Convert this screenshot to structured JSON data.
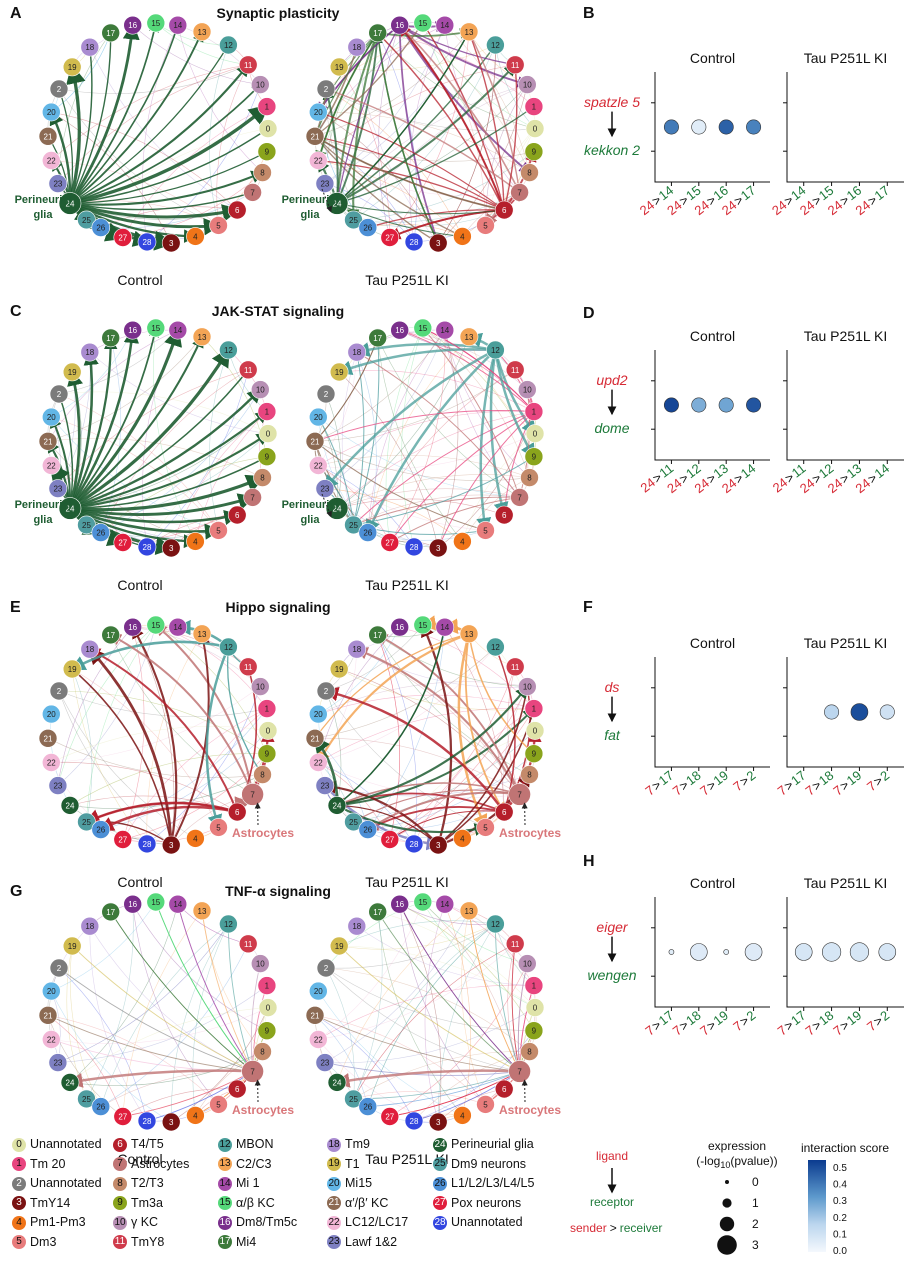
{
  "colors": {
    "n0": "#dfe3a8",
    "n1": "#e8457f",
    "n2": "#7b7b7b",
    "n3": "#7a1212",
    "n4": "#f07418",
    "n5": "#e87c7c",
    "n6": "#b51f2b",
    "n7": "#c07474",
    "n8": "#c48a6a",
    "n9": "#8aa41c",
    "n10": "#b78fb4",
    "n11": "#cf3b4b",
    "n12": "#4a9e9a",
    "n13": "#f3a455",
    "n14": "#a54aa8",
    "n15": "#55d97a",
    "n16": "#7a2f8c",
    "n17": "#3d7a3b",
    "n18": "#a98bd0",
    "n19": "#d1bb4e",
    "n20": "#62b6e6",
    "n21": "#8c6a53",
    "n22": "#f2b6d6",
    "n23": "#7e80c2",
    "n24": "#1f5d32",
    "n25": "#4f9da0",
    "n26": "#4c8fd6",
    "n27": "#e01e3c",
    "n28": "#3246e0",
    "ligand": "#d62a35",
    "receptor": "#1d7a3a",
    "astro": "#d9777a"
  },
  "panels": {
    "A": {
      "letter": "A",
      "title": "Synaptic plasticity",
      "left": "Control",
      "right": "Tau P251L KI",
      "callout": "Perineurial\nglia"
    },
    "B": {
      "letter": "B",
      "cond_left": "Control",
      "cond_right": "Tau P251L KI",
      "ligand": "spatzle 5",
      "receptor": "kekkon 2",
      "senders": [
        "24",
        "24",
        "24",
        "24"
      ],
      "receivers": [
        "14",
        "15",
        "16",
        "17"
      ]
    },
    "C": {
      "letter": "C",
      "title": "JAK-STAT signaling",
      "left": "Control",
      "right": "Tau P251L KI",
      "callout": "Perineurial\nglia"
    },
    "D": {
      "letter": "D",
      "cond_left": "Control",
      "cond_right": "Tau P251L KI",
      "ligand": "upd2",
      "receptor": "dome",
      "senders": [
        "24",
        "24",
        "24",
        "24"
      ],
      "receivers": [
        "11",
        "12",
        "13",
        "14"
      ]
    },
    "E": {
      "letter": "E",
      "title": "Hippo signaling",
      "left": "Control",
      "right": "Tau P251L KI",
      "callout": "Astrocytes"
    },
    "F": {
      "letter": "F",
      "cond_left": "Control",
      "cond_right": "Tau P251L KI",
      "ligand": "ds",
      "receptor": "fat",
      "senders": [
        "7",
        "7",
        "7",
        "7"
      ],
      "receivers": [
        "17",
        "18",
        "19",
        "2"
      ]
    },
    "G": {
      "letter": "G",
      "title": "TNF-α signaling",
      "left": "Control",
      "right": "Tau P251L KI",
      "callout": "Astrocytes"
    },
    "H": {
      "letter": "H",
      "cond_left": "Control",
      "cond_right": "Tau P251L KI",
      "ligand": "eiger",
      "receptor": "wengen",
      "senders": [
        "7",
        "7",
        "7",
        "7"
      ],
      "receivers": [
        "17",
        "18",
        "19",
        "2"
      ]
    }
  },
  "chart_data": [
    {
      "type": "scatter",
      "panel": "B",
      "pair": "spatzle 5 → kekkon 2",
      "groups": [
        "Control",
        "Tau P251L KI"
      ],
      "categories": [
        "24 > 14",
        "24 > 15",
        "24 > 16",
        "24 > 17"
      ],
      "points": [
        {
          "group": "Control",
          "x": "24 > 14",
          "score": 0.38,
          "expr": 2
        },
        {
          "group": "Control",
          "x": "24 > 15",
          "score": 0.05,
          "expr": 2
        },
        {
          "group": "Control",
          "x": "24 > 16",
          "score": 0.45,
          "expr": 2
        },
        {
          "group": "Control",
          "x": "24 > 17",
          "score": 0.36,
          "expr": 2
        }
      ]
    },
    {
      "type": "scatter",
      "panel": "D",
      "pair": "upd2 → dome",
      "groups": [
        "Control",
        "Tau P251L KI"
      ],
      "categories": [
        "24 > 11",
        "24 > 12",
        "24 > 13",
        "24 > 14"
      ],
      "points": [
        {
          "group": "Control",
          "x": "24 > 11",
          "score": 0.52,
          "expr": 2
        },
        {
          "group": "Control",
          "x": "24 > 12",
          "score": 0.25,
          "expr": 2
        },
        {
          "group": "Control",
          "x": "24 > 13",
          "score": 0.27,
          "expr": 2
        },
        {
          "group": "Control",
          "x": "24 > 14",
          "score": 0.48,
          "expr": 2
        }
      ]
    },
    {
      "type": "scatter",
      "panel": "F",
      "pair": "ds → fat",
      "groups": [
        "Control",
        "Tau P251L KI"
      ],
      "categories": [
        "7 > 17",
        "7 > 18",
        "7 > 19",
        "7 > 2"
      ],
      "points": [
        {
          "group": "Tau P251L KI",
          "x": "7 > 18",
          "score": 0.15,
          "expr": 2
        },
        {
          "group": "Tau P251L KI",
          "x": "7 > 19",
          "score": 0.5,
          "expr": 2.5
        },
        {
          "group": "Tau P251L KI",
          "x": "7 > 2",
          "score": 0.1,
          "expr": 2
        }
      ]
    },
    {
      "type": "scatter",
      "panel": "H",
      "pair": "eiger → wengen",
      "groups": [
        "Control",
        "Tau P251L KI"
      ],
      "categories": [
        "7 > 17",
        "7 > 18",
        "7 > 19",
        "7 > 2"
      ],
      "points": [
        {
          "group": "Control",
          "x": "7 > 17",
          "score": 0.05,
          "expr": 0.2
        },
        {
          "group": "Control",
          "x": "7 > 18",
          "score": 0.06,
          "expr": 2.5
        },
        {
          "group": "Control",
          "x": "7 > 19",
          "score": 0.05,
          "expr": 0.2
        },
        {
          "group": "Control",
          "x": "7 > 2",
          "score": 0.06,
          "expr": 2.5
        },
        {
          "group": "Tau P251L KI",
          "x": "7 > 17",
          "score": 0.08,
          "expr": 2.5
        },
        {
          "group": "Tau P251L KI",
          "x": "7 > 18",
          "score": 0.08,
          "expr": 2.8
        },
        {
          "group": "Tau P251L KI",
          "x": "7 > 19",
          "score": 0.08,
          "expr": 2.8
        },
        {
          "group": "Tau P251L KI",
          "x": "7 > 2",
          "score": 0.08,
          "expr": 2.5
        }
      ]
    }
  ],
  "legend": {
    "cells": [
      {
        "id": "0",
        "name": "Unannotated"
      },
      {
        "id": "1",
        "name": "Tm 20"
      },
      {
        "id": "2",
        "name": "Unannotated"
      },
      {
        "id": "3",
        "name": "TmY14"
      },
      {
        "id": "4",
        "name": "Pm1-Pm3"
      },
      {
        "id": "5",
        "name": "Dm3"
      },
      {
        "id": "6",
        "name": "T4/T5"
      },
      {
        "id": "7",
        "name": "Astrocytes"
      },
      {
        "id": "8",
        "name": "T2/T3"
      },
      {
        "id": "9",
        "name": "Tm3a"
      },
      {
        "id": "10",
        "name": "γ KC"
      },
      {
        "id": "11",
        "name": "TmY8"
      },
      {
        "id": "12",
        "name": "MBON"
      },
      {
        "id": "13",
        "name": "C2/C3"
      },
      {
        "id": "14",
        "name": "Mi 1"
      },
      {
        "id": "15",
        "name": "α/β KC"
      },
      {
        "id": "16",
        "name": "Dm8/Tm5c"
      },
      {
        "id": "17",
        "name": "Mi4"
      },
      {
        "id": "18",
        "name": "Tm9"
      },
      {
        "id": "19",
        "name": "T1"
      },
      {
        "id": "20",
        "name": "Mi15"
      },
      {
        "id": "21",
        "name": "α′/β′ KC"
      },
      {
        "id": "22",
        "name": "LC12/LC17"
      },
      {
        "id": "23",
        "name": "Lawf 1&2"
      },
      {
        "id": "24",
        "name": "Perineurial glia"
      },
      {
        "id": "25",
        "name": "Dm9 neurons"
      },
      {
        "id": "26",
        "name": "L1/L2/L3/L4/L5"
      },
      {
        "id": "27",
        "name": "Pox neurons"
      },
      {
        "id": "28",
        "name": "Unannotated"
      }
    ],
    "key_ligand": "ligand",
    "key_receptor": "receptor",
    "key_sender": "sender",
    "key_gt": ">",
    "key_receiver": "receiver",
    "expr_title_1": "expression",
    "expr_title_2": "(-log",
    "expr_title_sub": "10",
    "expr_title_3": "(pvalue))",
    "expr_levels": [
      "0",
      "1",
      "2",
      "3"
    ],
    "score_title": "interaction score",
    "score_ticks": [
      "0.5",
      "0.4",
      "0.3",
      "0.2",
      "0.1",
      "0.0"
    ]
  }
}
